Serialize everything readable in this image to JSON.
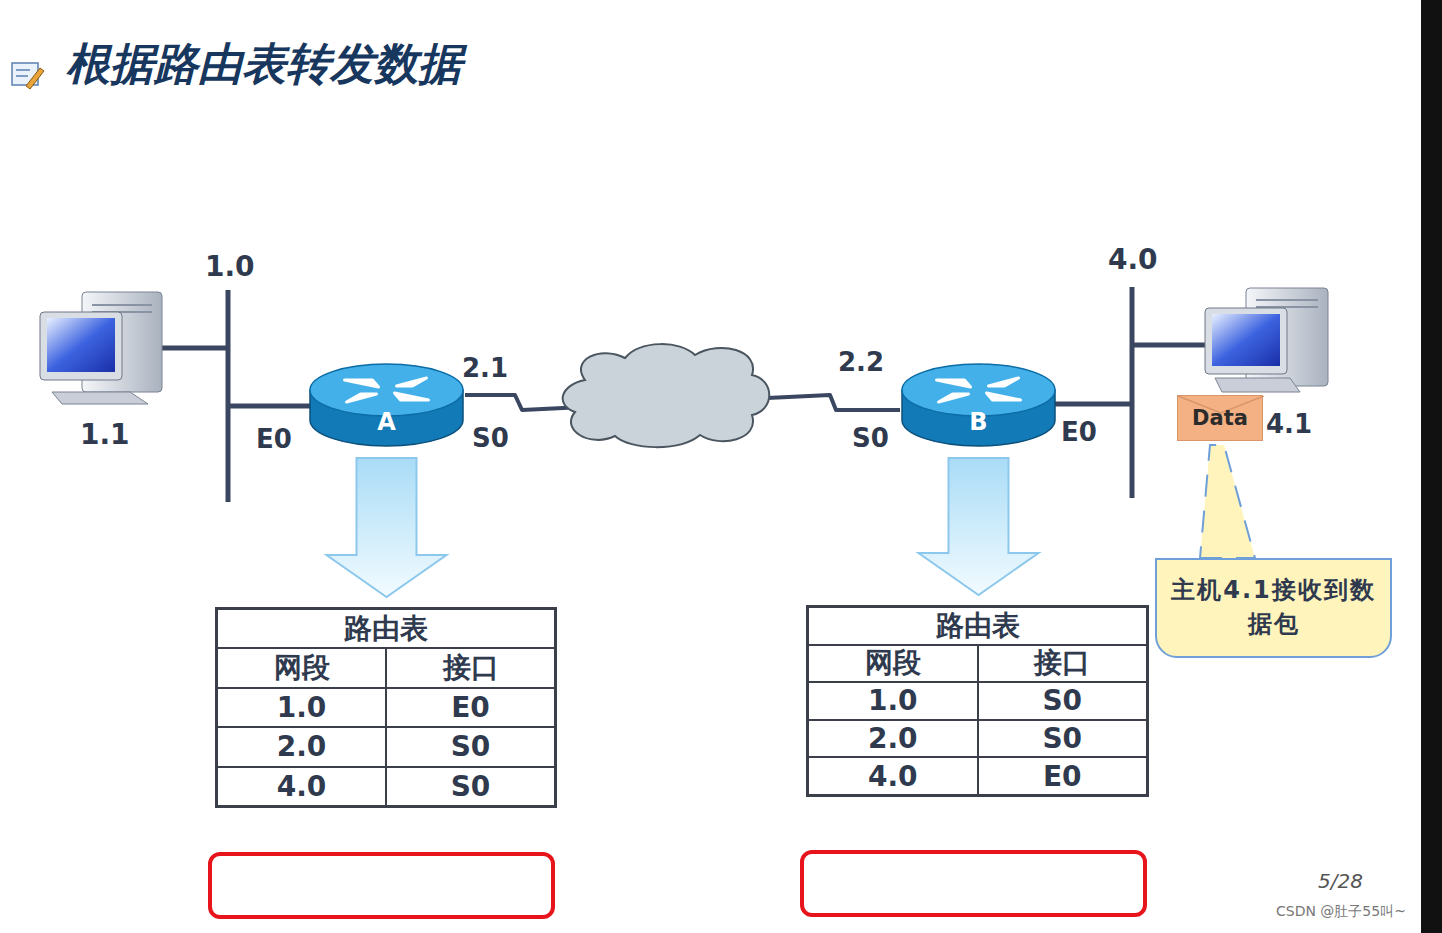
{
  "diagram": {
    "title": "根据路由表转发数据",
    "nodes": [
      {
        "text": [
          "A"
        ]
      },
      {
        "text": [
          "路由表",
          "网段",
          "接口",
          "1.0",
          "E0",
          "2.0",
          "S0",
          "4.0",
          "S0"
        ]
      },
      {
        "text": [
          "B"
        ]
      },
      {
        "text": [
          "路由表",
          "网段",
          "接口",
          "1.0",
          "S0",
          "2.0",
          "S0",
          "4.0",
          "E0"
        ]
      },
      {
        "text": [
          "Data"
        ]
      },
      {
        "text": [
          "主机4.1接收到数据包"
        ]
      }
    ],
    "edges": [
      {
        "from": 0,
        "to": 1,
        "arrow": "to"
      },
      {
        "from": 2,
        "to": 3,
        "arrow": "to"
      },
      {
        "from": 0,
        "to": 2,
        "arrow": "none"
      },
      {
        "from": 5,
        "to": 4,
        "arrow": "none"
      }
    ],
    "labels": [
      "1.0",
      "1.1",
      "E0",
      "2.1",
      "S0",
      "2.2",
      "S0",
      "E0",
      "4.0",
      "4.1",
      "5/28",
      "CSDN @肚子55叫~"
    ]
  }
}
